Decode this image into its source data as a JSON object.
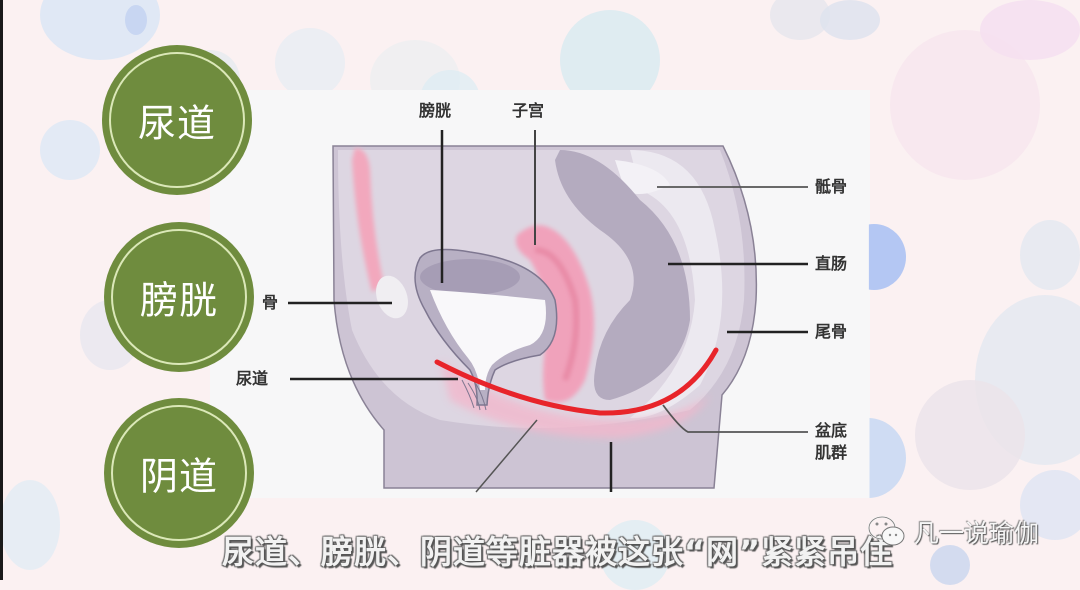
{
  "slide": {
    "background_color": "#fbf1f2",
    "accent_green": "#6f8c3e",
    "pelvic_floor_line_color": "#e8242a"
  },
  "organ_circles": [
    {
      "label": "尿道"
    },
    {
      "label": "膀胱"
    },
    {
      "label": "阴道"
    }
  ],
  "diagram": {
    "title": "female pelvis sagittal section",
    "labels": {
      "bladder": "膀胱",
      "uterus": "子宫",
      "sacrum": "骶骨",
      "rectum": "直肠",
      "coccyx": "尾骨",
      "pelvic_floor_line1": "盆底",
      "pelvic_floor_line2": "肌群",
      "pubic_bone_partial": "骨",
      "urethra": "尿道"
    }
  },
  "caption": {
    "text": "尿道、膀胱、阴道等脏器被这张“网”紧紧吊住"
  },
  "watermark": {
    "icon": "wechat-icon",
    "text": "凡一说瑜伽"
  }
}
